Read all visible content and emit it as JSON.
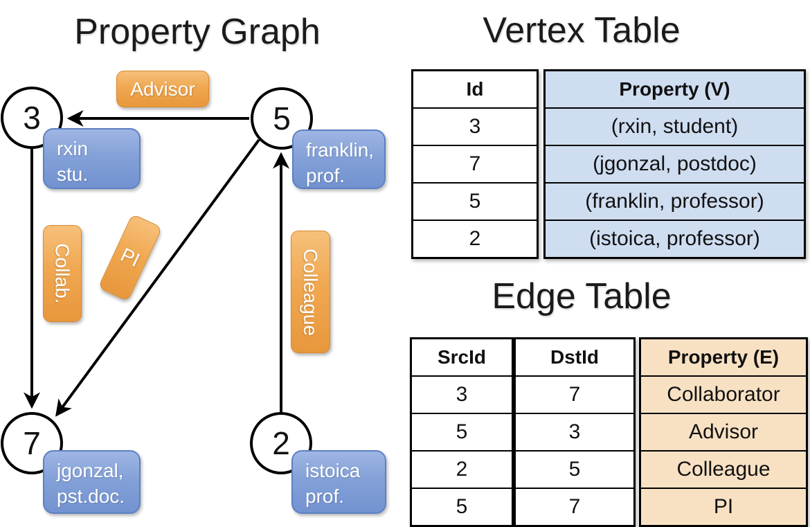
{
  "graph": {
    "title": "Property Graph",
    "vertices": [
      {
        "id": "3",
        "label_lines": [
          "rxin",
          "stu."
        ]
      },
      {
        "id": "5",
        "label_lines": [
          "franklin,",
          "prof."
        ]
      },
      {
        "id": "7",
        "label_lines": [
          "jgonzal,",
          "pst.doc."
        ]
      },
      {
        "id": "2",
        "label_lines": [
          "istoica",
          "prof."
        ]
      }
    ],
    "edges": [
      {
        "label": "Advisor",
        "from": "5",
        "to": "3"
      },
      {
        "label": "Collab.",
        "from": "3",
        "to": "7"
      },
      {
        "label": "PI",
        "from": "5",
        "to": "7"
      },
      {
        "label": "Colleague",
        "from": "2",
        "to": "5"
      }
    ]
  },
  "vertex_table": {
    "title": "Vertex Table",
    "columns": [
      "Id",
      "Property (V)"
    ],
    "rows": [
      [
        "3",
        "(rxin, student)"
      ],
      [
        "7",
        "(jgonzal, postdoc)"
      ],
      [
        "5",
        "(franklin, professor)"
      ],
      [
        "2",
        "(istoica, professor)"
      ]
    ]
  },
  "edge_table": {
    "title": "Edge Table",
    "columns": [
      "SrcId",
      "DstId",
      "Property (E)"
    ],
    "rows": [
      [
        "3",
        "7",
        "Collaborator"
      ],
      [
        "5",
        "3",
        "Advisor"
      ],
      [
        "2",
        "5",
        "Colleague"
      ],
      [
        "5",
        "7",
        "PI"
      ]
    ]
  },
  "colors": {
    "edge_label_fill": "#f0a851",
    "edge_label_border": "#d8882e",
    "vertex_label_fill": "#84a1d8",
    "vertex_label_border": "#5d80c3",
    "vertex_property_cell_bg": "#cfddf1",
    "edge_property_cell_bg": "#f8e1c3",
    "line_color": "#000000",
    "text_on_labels": "#ffffff"
  }
}
